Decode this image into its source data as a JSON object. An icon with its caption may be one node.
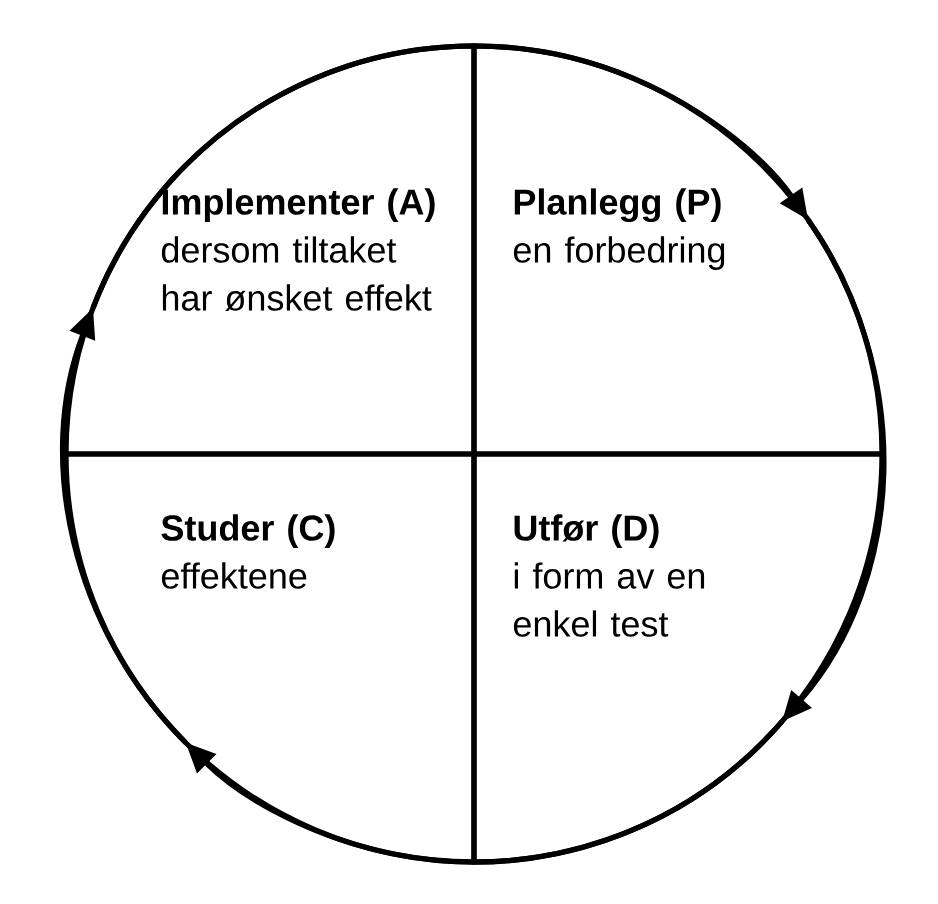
{
  "diagram": {
    "nodes": [
      {
        "text": [
          "**Implementer (A)** dersom tiltaket har ønsket effekt"
        ]
      },
      {
        "text": [
          "Planlegg (P)",
          "en forbedring"
        ]
      },
      {
        "text": [
          "Studer (C)",
          "effektene"
        ]
      },
      {
        "text": [
          "Utfør (D)",
          "i form av en enkel test"
        ]
      }
    ],
    "edges": [
      {
        "from": 0,
        "to": 1,
        "arrow": "to"
      },
      {
        "from": 1,
        "to": 3,
        "arrow": "to"
      },
      {
        "from": 3,
        "to": 2,
        "arrow": "to"
      },
      {
        "from": 2,
        "to": 0,
        "arrow": "to"
      }
    ]
  }
}
